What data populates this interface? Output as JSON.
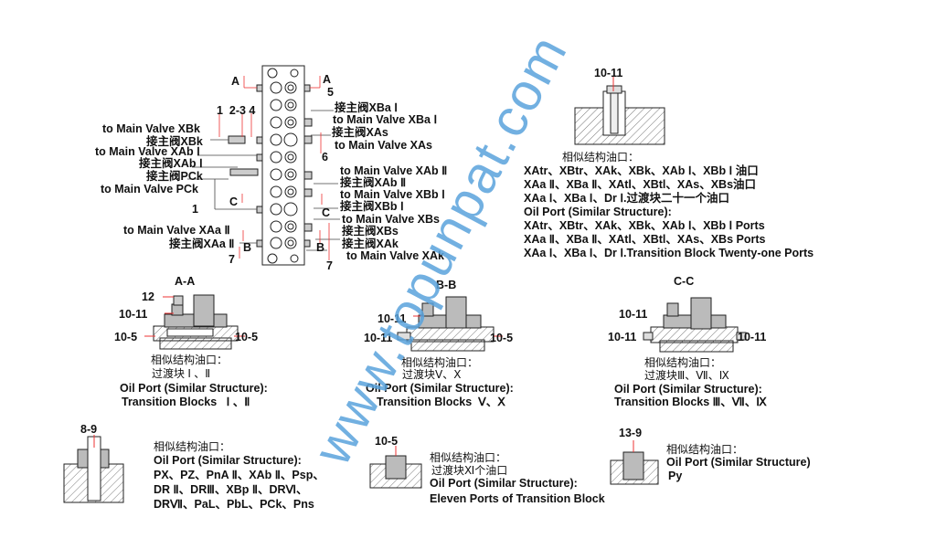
{
  "main_block": {
    "labels_left": [
      "to Main Valve XBk",
      "接主阀XBk",
      "to Main Valve XAb Ⅰ",
      "接主阀XAb Ⅰ",
      "接主阀PCk",
      "to Main Valve PCk",
      "to Main Valve XAa Ⅱ",
      "接主阀XAa Ⅱ"
    ],
    "labels_right": [
      "接主阀XBa Ⅰ",
      "to Main Valve XBa Ⅰ",
      "接主阀XAs",
      "to Main Valve XAs",
      "to Main Valve XAb Ⅱ",
      "接主阀XAb Ⅱ",
      "to Main Valve XBb Ⅰ",
      "接主阀XBb Ⅰ",
      "to Main Valve XBs",
      "接主阀XBs",
      "接主阀XAk",
      "to Main Valve XAk"
    ],
    "callouts": {
      "a1": "A",
      "a2": "A",
      "five": "5",
      "nums_top": "1  2-3 4",
      "six": "6",
      "one": "1",
      "c1": "C",
      "c2": "C",
      "b1": "B",
      "b2": "B",
      "seven1": "7",
      "seven2": "7"
    }
  },
  "top_right": {
    "callout": "10-11",
    "lines": [
      "相似结构油口：",
      "XAtr、XBtr、XAk、XBk、XAb Ⅰ、XBb Ⅰ 油口",
      "XAa Ⅱ、XBa Ⅱ、XAtl、XBtl、XAs、XBs油口",
      "XAa Ⅰ、XBa Ⅰ、Dr Ⅰ.过渡块二十一个油口",
      "Oil Port (Similar Structure):",
      "XAtr、XBtr、XAk、XBk、XAb Ⅰ、XBb Ⅰ  Ports",
      "XAa Ⅱ、XBa Ⅱ、XAtl、XBtl、XAs、XBs Ports",
      "XAa Ⅰ、XBa Ⅰ、Dr Ⅰ.Transition Block Twenty-one Ports"
    ]
  },
  "sections": [
    {
      "title": "A-A",
      "callouts": [
        "12",
        "10-11",
        "10-5",
        "10-5"
      ],
      "lines": [
        "相似结构油口：",
        "过渡块 Ⅰ 、Ⅱ",
        "Oil Port (Similar Structure):",
        "Transition Blocks   Ⅰ 、Ⅱ"
      ]
    },
    {
      "title": "B-B",
      "callouts": [
        "10-11",
        "10-11",
        "10-5"
      ],
      "lines": [
        "相似结构油口：",
        "过渡块Ⅴ、Ⅹ",
        "Oil Port (Similar Structure):",
        "Transition Blocks  Ⅴ、Ⅹ"
      ]
    },
    {
      "title": "C-C",
      "callouts": [
        "10-11",
        "10-11",
        "10-11"
      ],
      "lines": [
        "相似结构油口：",
        "过渡块Ⅲ、Ⅶ、Ⅸ",
        "Oil Port (Similar Structure):",
        "Transition Blocks Ⅲ、Ⅶ、Ⅸ"
      ]
    }
  ],
  "ports": [
    {
      "callout": "8-9",
      "lines": [
        "相似结构油口：",
        "Oil Port (Similar Structure):",
        "PX、PZ、PnA Ⅱ、XAb Ⅱ、Psp、",
        "DR Ⅱ、DRⅢ、XBp Ⅱ、DRⅥ、",
        "DRⅦ、PaL、PbL、PCk、Pns"
      ]
    },
    {
      "callout": "10-5",
      "lines": [
        "相似结构油口：",
        "过渡块Ⅺ个油口",
        "Oil Port (Similar Structure):",
        "Eleven Ports of Transition Block"
      ]
    },
    {
      "callout": "13-9",
      "lines": [
        "相似结构油口：",
        "Oil Port (Similar Structure)",
        "Py"
      ]
    }
  ],
  "watermark": "www.topunpat.com"
}
